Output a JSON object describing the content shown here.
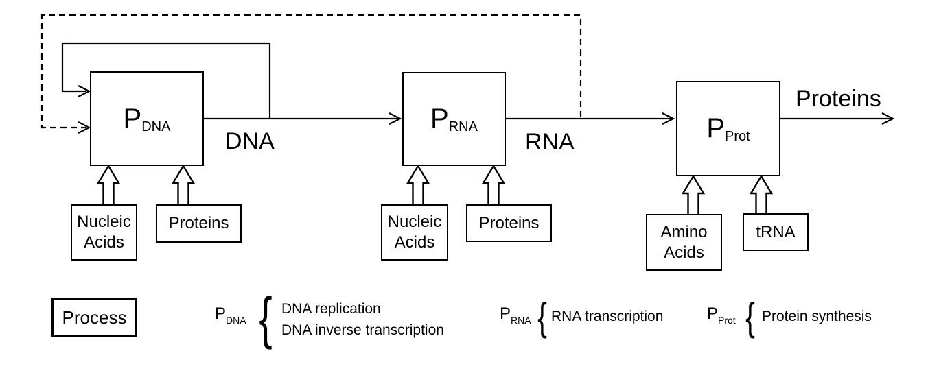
{
  "colors": {
    "background": "#ffffff",
    "line": "#000000",
    "text": "#000000"
  },
  "boxes": {
    "pdna": {
      "main": "P",
      "sub": "DNA"
    },
    "prna": {
      "main": "P",
      "sub": "RNA"
    },
    "pprot": {
      "main": "P",
      "sub": "Prot"
    },
    "nucleic1": {
      "line1": "Nucleic",
      "line2": "Acids"
    },
    "proteins1": {
      "label": "Proteins"
    },
    "nucleic2": {
      "line1": "Nucleic",
      "line2": "Acids"
    },
    "proteins2": {
      "label": "Proteins"
    },
    "amino": {
      "line1": "Amino",
      "line2": "Acids"
    },
    "trna": {
      "label": "tRNA"
    },
    "process_legend": {
      "label": "Process"
    }
  },
  "flow_labels": {
    "dna": "DNA",
    "rna": "RNA",
    "proteins_out": "Proteins"
  },
  "legend": {
    "pdna": {
      "main": "P",
      "sub": "DNA",
      "brace": "{",
      "lines": [
        "DNA replication",
        "DNA inverse transcription"
      ]
    },
    "prna": {
      "main": "P",
      "sub": "RNA",
      "brace": "{",
      "line": "RNA transcription"
    },
    "pprot": {
      "main": "P",
      "sub": "Prot",
      "brace": "{",
      "line": "Protein synthesis"
    }
  }
}
